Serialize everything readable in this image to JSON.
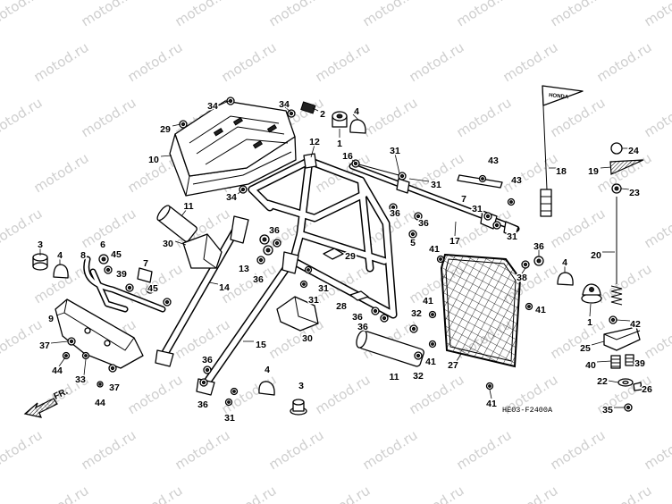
{
  "diagram": {
    "watermark": "motod.ru",
    "flag_text": "HONDA",
    "front_arrow_label": "FR.",
    "drawing_code": "HE03-F2400A",
    "callouts": [
      "34",
      "34",
      "2",
      "4",
      "1",
      "29",
      "10",
      "12",
      "16",
      "31",
      "31",
      "34",
      "11",
      "30",
      "3",
      "4",
      "8",
      "6",
      "45",
      "39",
      "7",
      "45",
      "13",
      "36",
      "36",
      "14",
      "9",
      "37",
      "44",
      "33",
      "44",
      "37",
      "5",
      "29",
      "31",
      "31",
      "28",
      "36",
      "36",
      "30",
      "15",
      "36",
      "36",
      "31",
      "4",
      "3",
      "11",
      "32",
      "32",
      "41",
      "41",
      "27",
      "41",
      "17",
      "36",
      "36",
      "31",
      "31",
      "7",
      "43",
      "43",
      "18",
      "24",
      "19",
      "23",
      "20",
      "36",
      "38",
      "4",
      "41",
      "1",
      "42",
      "25",
      "40",
      "39",
      "22",
      "26",
      "35",
      "41"
    ]
  }
}
